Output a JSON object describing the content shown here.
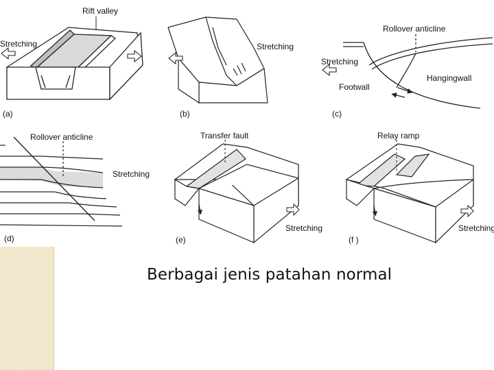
{
  "caption": "Berbagai jenis patahan normal",
  "panels": {
    "a": {
      "tag": "(a)",
      "title": "Rift valley",
      "stretch": "Stretching"
    },
    "b": {
      "tag": "(b)",
      "stretch": "Stretching"
    },
    "c": {
      "tag": "(c)",
      "title": "Rollover anticline",
      "stretch": "Stretching",
      "footwall": "Footwall",
      "hangingwall": "Hangingwall"
    },
    "d": {
      "tag": "(d)",
      "title": "Rollover anticline",
      "stretch": "Stretching"
    },
    "e": {
      "tag": "(e)",
      "title": "Transfer fault",
      "stretch": "Stretching"
    },
    "f": {
      "tag": "(f )",
      "title": "Relay ramp",
      "stretch": "Stretching"
    }
  }
}
